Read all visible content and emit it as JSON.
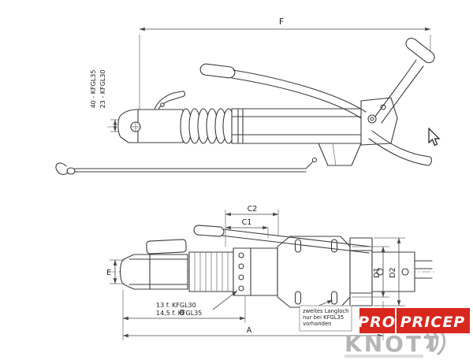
{
  "side_view": {
    "dim_f": "F",
    "label_kfgl35": "40 - KFGL35",
    "label_kfgl30": "23 - KFGL30"
  },
  "plan_view": {
    "dim_c2": "C2",
    "dim_c1": "C1",
    "dim_e": "E",
    "dim_d1": "D1",
    "dim_d2": "D2",
    "dim_b": "B",
    "dim_a": "A",
    "hole_note": [
      "13  f. KFGL30",
      "14,5  f. KFGL35"
    ],
    "slot_note": [
      "zweites Langloch",
      "nur bei KFGL35",
      "vorhanden"
    ]
  },
  "branding": {
    "logo_left": "PRO",
    "logo_right": "PRICEP",
    "logo_color": "#d9271e",
    "watermark": "KNOTT",
    "watermark_color": "#b5b5b5"
  },
  "icons": {
    "cursor": "mouse-pointer-arrow",
    "sound_waves": "knott-triple-arc"
  },
  "colors": {
    "line": "#3c3c3c",
    "dim": "#4a4a4a",
    "background": "#ffffff"
  }
}
